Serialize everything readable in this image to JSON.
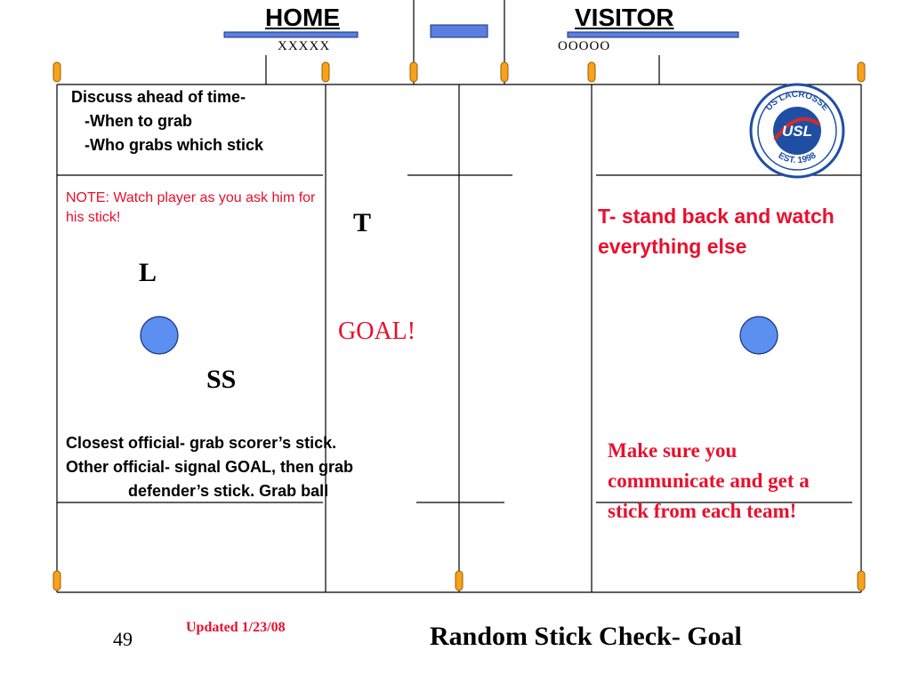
{
  "header": {
    "home_label": "HOME",
    "visitor_label": "VISITOR",
    "home_count": "XXXXX",
    "visitor_count": "OOOOO"
  },
  "notes": {
    "discuss": "Discuss ahead of time-\n   -When to grab\n   -Who grabs which stick",
    "watch_player": "NOTE: Watch player as you ask him for his stick!",
    "trail_note": "T- stand back and watch everything else",
    "closest_official": "Closest official- grab scorer’s stick.\nOther official- signal GOAL, then grab\n              defender’s stick. Grab ball",
    "communicate": "Make sure you communicate and get a stick from each team!"
  },
  "positions": {
    "lead": "L",
    "trail": "T",
    "single_side": "SS",
    "goal_call": "GOAL!"
  },
  "logo": {
    "top_text": "US LACROSSE",
    "center_text": "USL",
    "bottom_text": "EST. 1998"
  },
  "footer": {
    "slide_number": "49",
    "updated": "Updated 1/23/08",
    "title": "Random Stick Check- Goal"
  },
  "colors": {
    "bench_blue": "#5b7fe0",
    "pylon_orange": "#f7a21b",
    "red_text": "#e8102e",
    "logo_blue": "#1f4fa3",
    "logo_red": "#d62a2a"
  }
}
